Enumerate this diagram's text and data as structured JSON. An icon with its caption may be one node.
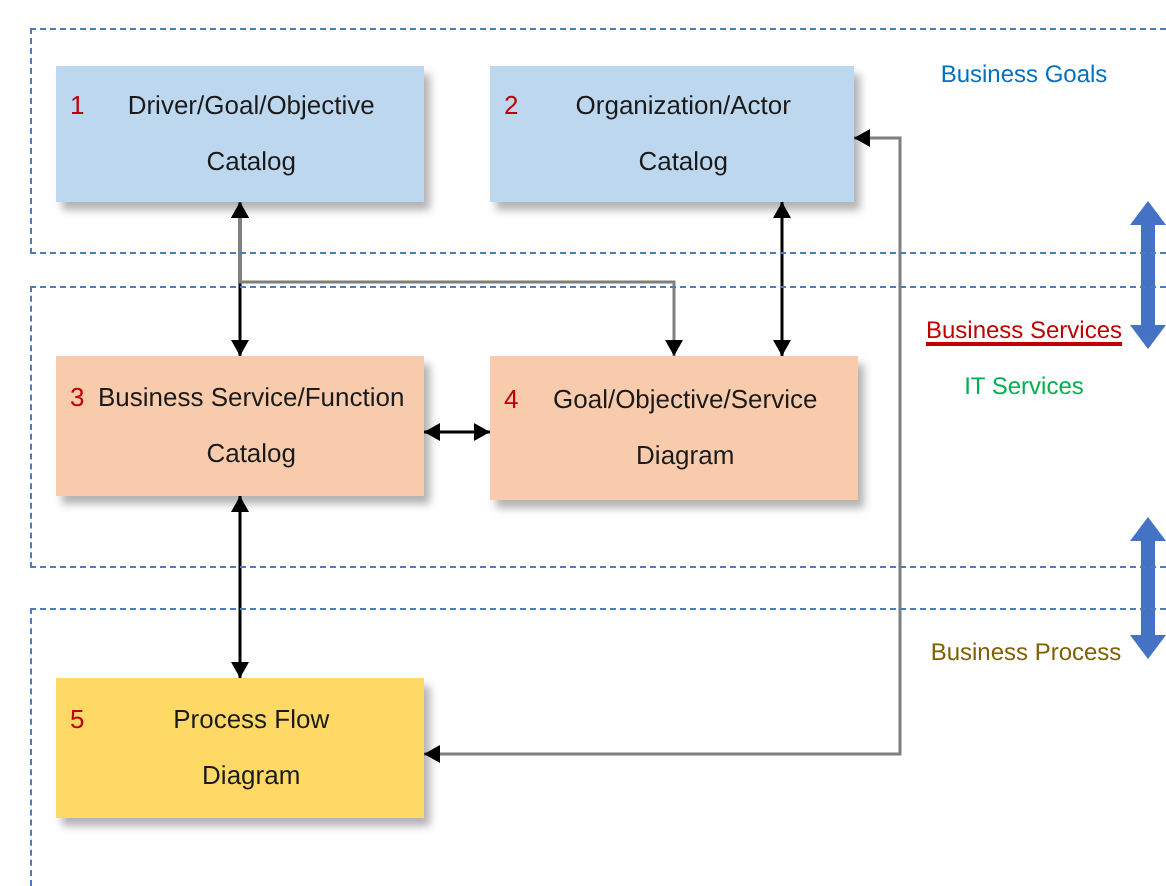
{
  "diagram": {
    "nodes": [
      {
        "text": [
          "Business Goals"
        ]
      },
      {
        "text": [
          "1",
          "Driver/Goal/Objective Catalog"
        ],
        "in": 0
      },
      {
        "text": [
          "2",
          "Organization/Actor Catalog"
        ],
        "in": 0
      },
      {
        "text": [
          "Business Services",
          "IT Services"
        ]
      },
      {
        "text": [
          "3",
          "Business Service/Function Catalog"
        ],
        "in": 3
      },
      {
        "text": [
          "4",
          "Goal/Objective/Service Diagram"
        ],
        "in": 3
      },
      {
        "text": [
          "Business Process"
        ]
      },
      {
        "text": [
          "5",
          "Process Flow Diagram"
        ],
        "in": 6
      }
    ],
    "edges": [
      {
        "from": 1,
        "to": 4,
        "arrow": "both"
      },
      {
        "from": 1,
        "to": 5,
        "arrow": "both",
        "color": "#7f7f7f"
      },
      {
        "from": 2,
        "to": 5,
        "arrow": "both"
      },
      {
        "from": 4,
        "to": 5,
        "arrow": "both"
      },
      {
        "from": 4,
        "to": 7,
        "arrow": "both"
      },
      {
        "from": 7,
        "to": 2,
        "arrow": "both",
        "color": "#7f7f7f"
      },
      {
        "from": 0,
        "to": 3,
        "arrow": "both",
        "style": "thick",
        "color": "#4472c4"
      },
      {
        "from": 3,
        "to": 6,
        "arrow": "both",
        "style": "thick",
        "color": "#4472c4"
      }
    ]
  }
}
